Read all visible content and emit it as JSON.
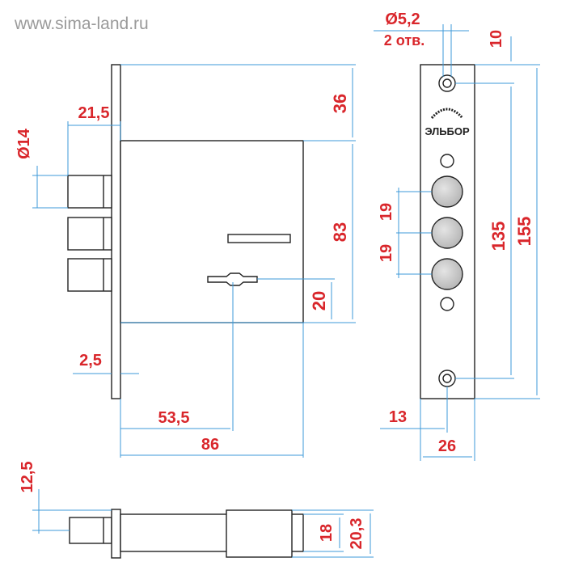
{
  "watermark": "www.sima-land.ru",
  "brand": "ЭЛЬБОР",
  "colors": {
    "dimension": "#d9262b",
    "leader": "#3d9ad8",
    "outline": "#222222",
    "cylinder_fill": "#c8c8c8"
  },
  "dimensions": {
    "hole_diameter": "Ø5,2",
    "hole_count": "2 отв.",
    "top_offset": "10",
    "bolt_diameter": "Ø14",
    "bolt_projection": "21,5",
    "case_top": "36",
    "case_height": "83",
    "key_offset": "20",
    "plate_thickness": "2,5",
    "backset": "53,5",
    "case_depth": "86",
    "pitch_upper": "19",
    "pitch_lower": "19",
    "hole_spacing": "135",
    "faceplate_length": "155",
    "faceplate_half": "13",
    "faceplate_width": "26",
    "bolt_offset": "12,5",
    "case_thickness": "18",
    "total_thickness": "20,3"
  }
}
